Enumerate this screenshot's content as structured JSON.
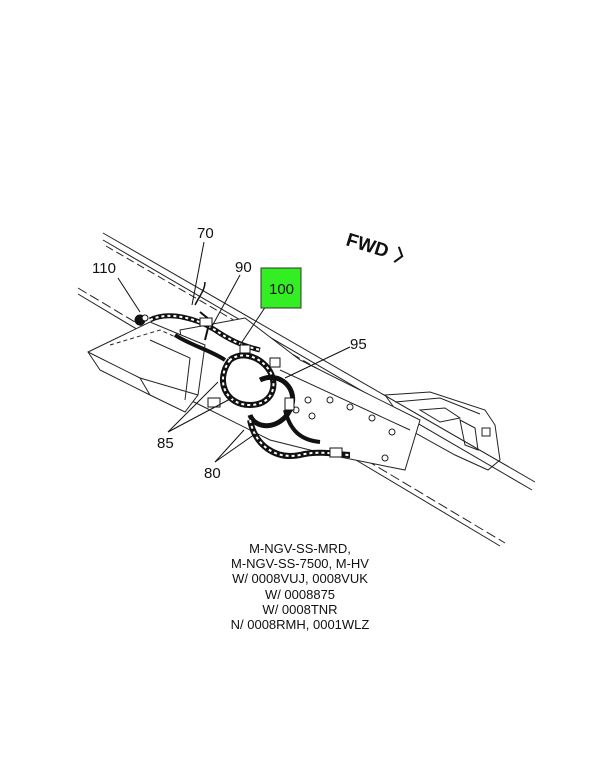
{
  "diagram": {
    "fwd_label": "FWD",
    "callouts": {
      "c70": "70",
      "c110": "110",
      "c90": "90",
      "c100": "100",
      "c95": "95",
      "c85": "85",
      "c80": "80"
    },
    "highlight_color": "#33ee22",
    "line_color": "#111111"
  },
  "caption": {
    "lines": [
      "M-NGV-SS-MRD,",
      "M-NGV-SS-7500, M-HV",
      "W/ 0008VUJ, 0008VUK",
      "W/ 0008875",
      "W/ 0008TNR",
      "N/ 0008RMH, 0001WLZ"
    ]
  }
}
